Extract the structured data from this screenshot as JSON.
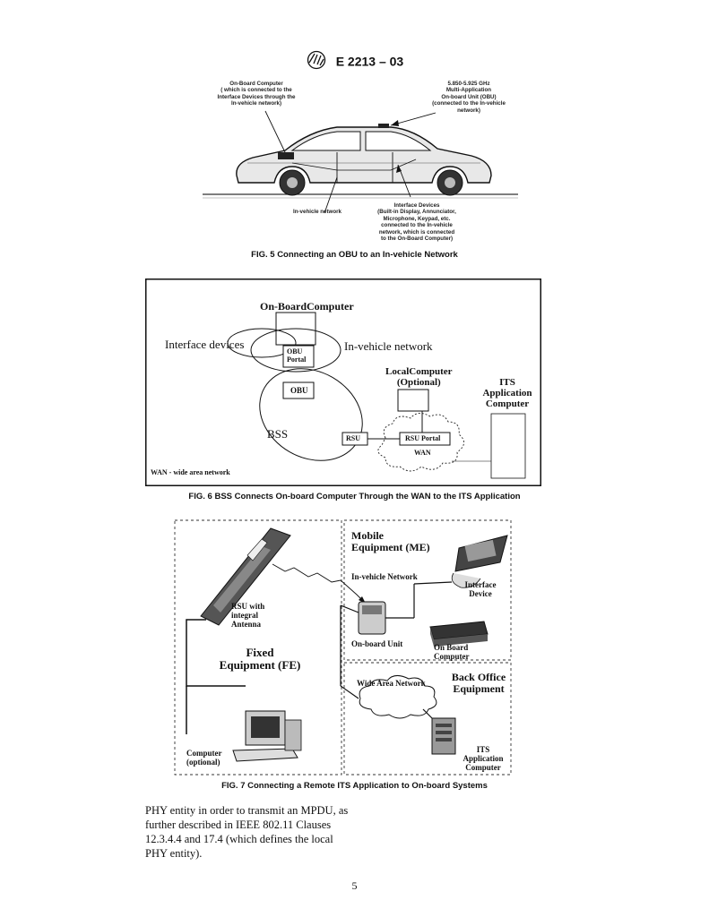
{
  "header": {
    "designation": "E 2213 – 03"
  },
  "fig5": {
    "caption": "FIG. 5 Connecting an OBU to an In-vehicle Network",
    "label_computer": [
      "On-Board Computer",
      "( which is connected  to  the",
      "Interface Devices through the",
      "In-vehicle network)"
    ],
    "label_obu": [
      "5.850-5.925 GHz",
      "Multi-Application",
      "On-board Unit (OBU)",
      "(connected to the In-vehicle",
      "network)"
    ],
    "label_network": "In-vehicle network",
    "label_devices": [
      "Interface Devices",
      "(Built-in Display, Annunciator,",
      "Microphone, Keypad, etc.",
      "connected to  the In-vehicle",
      "network, which is connected",
      "to the On-Board Computer)"
    ]
  },
  "fig6": {
    "caption": "FIG. 6 BSS Connects On-board Computer Through the WAN to the ITS Application",
    "onboard_computer": "On-BoardComputer",
    "interface_devices": "Interface devices",
    "invehicle_network": "In-vehicle network",
    "obu_portal": [
      "OBU",
      "Portal"
    ],
    "obu": "OBU",
    "local_computer": [
      "LocalComputer",
      "(Optional)"
    ],
    "its_app": [
      "ITS",
      "Application",
      "Computer"
    ],
    "bss": "BSS",
    "rsu": "RSU",
    "rsu_portal": "RSU Portal",
    "wan": "WAN",
    "wan_note": "WAN - wide area network"
  },
  "fig7": {
    "caption": "FIG. 7 Connecting a Remote ITS Application to On-board Systems",
    "mobile_equipment": [
      "Mobile",
      "Equipment (ME)"
    ],
    "invehicle_network": "In-vehicle Network",
    "interface_device": [
      "Interface",
      "Device"
    ],
    "rsu_antenna": [
      "RSU with",
      "integral",
      "Antenna"
    ],
    "onboard_unit": "On-board Unit",
    "onboard_computer": [
      "On Board",
      "Computer"
    ],
    "fixed_equipment": [
      "Fixed",
      "Equipment (FE)"
    ],
    "wide_area_network": "Wide Area Network",
    "back_office": [
      "Back Office",
      "Equipment"
    ],
    "computer_optional": [
      "Computer",
      "(optional)"
    ],
    "its_app": [
      "ITS",
      "Application",
      "Computer"
    ]
  },
  "body_text": "PHY entity in order to transmit an MPDU, as further described in IEEE 802.11 Clauses 12.3.4.4 and 17.4 (which defines the local PHY entity).",
  "page_number": "5"
}
